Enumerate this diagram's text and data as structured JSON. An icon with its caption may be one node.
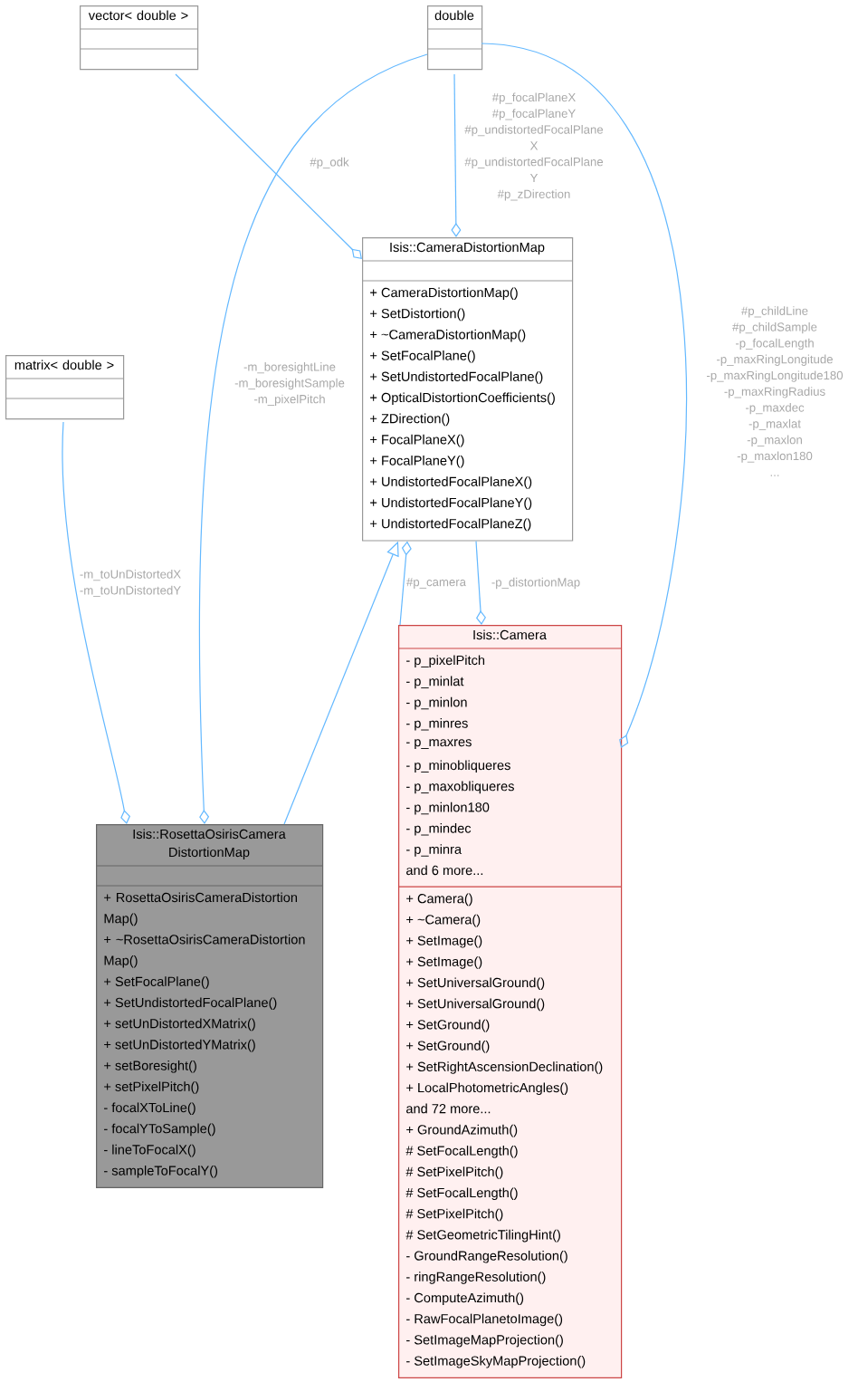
{
  "diagram": {
    "nodes": [
      {
        "text": [
          "vector< double >"
        ]
      },
      {
        "text": [
          "double"
        ]
      },
      {
        "text": [
          "Isis::CameraDistortionMap",
          "+ CameraDistortionMap()",
          "+ SetDistortion()",
          "+ ~CameraDistortionMap()",
          "+ SetFocalPlane()",
          "+ SetUndistortedFocalPlane()",
          "+ OpticalDistortionCoefficients()",
          "+ ZDirection()",
          "+ FocalPlaneX()",
          "+ FocalPlaneY()",
          "+ UndistortedFocalPlaneX()",
          "+ UndistortedFocalPlaneY()",
          "+ UndistortedFocalPlaneZ()"
        ]
      },
      {
        "text": [
          "matrix< double >"
        ]
      },
      {
        "text": [
          "Isis::Camera",
          "- p_pixelPitch",
          "- p_minlat",
          "- p_minlon",
          "- p_minres",
          "- p_maxres",
          "- p_minobliqueres",
          "- p_maxobliqueres",
          "- p_minlon180",
          "- p_mindec",
          "- p_minra",
          "and 6 more...",
          "+ Camera()",
          "+ ~Camera()",
          "+ SetImage()",
          "+ SetImage()",
          "+ SetUniversalGround()",
          "+ SetUniversalGround()",
          "+ SetGround()",
          "+ SetGround()",
          "+ SetRightAscensionDeclination()",
          "+ LocalPhotometricAngles()",
          "and 72 more...",
          "+ GroundAzimuth()",
          "# SetFocalLength()",
          "# SetPixelPitch()",
          "# SetFocalLength()",
          "# SetPixelPitch()",
          "# SetGeometricTilingHint()",
          "- GroundRangeResolution()",
          "- ringRangeResolution()",
          "- ComputeAzimuth()",
          "- RawFocalPlanetoImage()",
          "- SetImageMapProjection()",
          "- SetImageSkyMapProjection()"
        ]
      },
      {
        "text": [
          "Isis::RosettaOsirisCamera DistortionMap",
          "+ RosettaOsirisCameraDistortion Map()",
          "+ ~RosettaOsirisCameraDistortion Map()",
          "+ SetFocalPlane()",
          "+ SetUndistortedFocalPlane()",
          "+ setUnDistortedXMatrix()",
          "+ setUnDistortedYMatrix()",
          "+ setBoresight()",
          "+ setPixelPitch()",
          "- focalXToLine()",
          "- focalYToSample()",
          "- lineToFocalX()",
          "- sampleToFocalY()"
        ]
      }
    ],
    "edges": [
      {
        "from": 0,
        "to": 2,
        "arrow": "other",
        "label": "#p_odk"
      },
      {
        "from": 1,
        "to": 2,
        "arrow": "other",
        "label": "#p_focalPlaneX #p_focalPlaneY #p_undistortedFocalPlane X #p_undistortedFocalPlane Y #p_zDirection"
      },
      {
        "from": 1,
        "to": 5,
        "arrow": "other",
        "label": "-m_boresightLine -m_boresightSample -m_pixelPitch"
      },
      {
        "from": 1,
        "to": 4,
        "arrow": "other",
        "label": "#p_childLine #p_childSample -p_focalLength -p_maxRingLongitude -p_maxRingLongitude180 -p_maxRingRadius -p_maxdec -p_maxlat -p_maxlon -p_maxlon180 ..."
      },
      {
        "from": 3,
        "to": 5,
        "arrow": "other",
        "label": "-m_toUnDistortedX -m_toUnDistortedY"
      },
      {
        "from": 5,
        "to": 2,
        "arrow": "to"
      },
      {
        "from": 4,
        "to": 2,
        "arrow": "other",
        "label": "#p_camera"
      },
      {
        "from": 2,
        "to": 4,
        "arrow": "other",
        "label": "-p_distortionMap"
      }
    ]
  }
}
